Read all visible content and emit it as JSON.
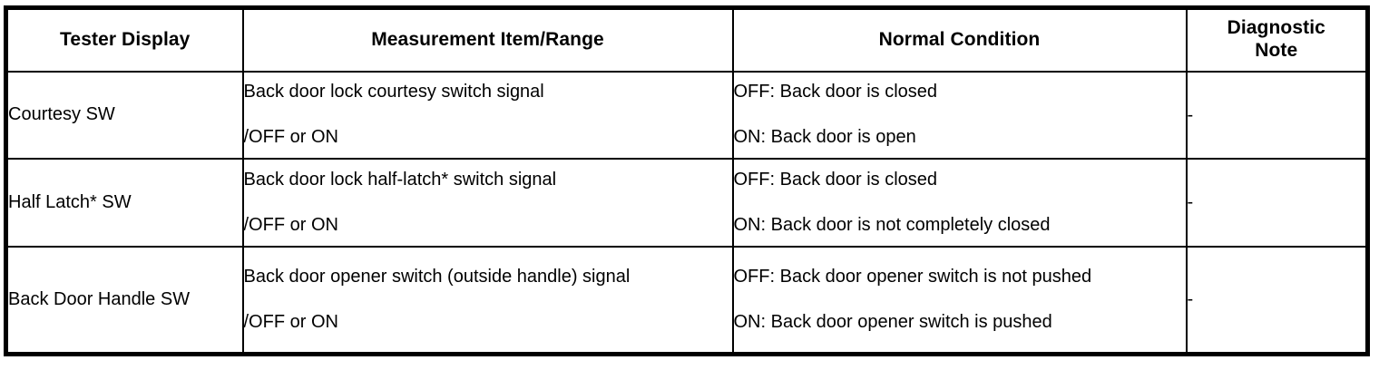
{
  "table": {
    "headers": [
      {
        "label": "Tester Display"
      },
      {
        "label": "Measurement Item/Range"
      },
      {
        "label": "Normal Condition"
      },
      {
        "label": "Diagnostic\nNote"
      }
    ],
    "rows": [
      {
        "tester_display": "Courtesy SW",
        "measurement_item": "Back door lock courtesy switch signal",
        "measurement_range": "/OFF or ON",
        "normal_off": "OFF: Back door is closed",
        "normal_on": "ON: Back door is open",
        "diagnostic_note": "-"
      },
      {
        "tester_display": "Half Latch* SW",
        "measurement_item": "Back door lock half-latch* switch signal",
        "measurement_range": "/OFF or ON",
        "normal_off": "OFF: Back door is closed",
        "normal_on": "ON: Back door is not completely closed",
        "diagnostic_note": "-"
      },
      {
        "tester_display": "Back Door Handle SW",
        "measurement_item": "Back door opener switch (outside handle) signal",
        "measurement_range": "/OFF or ON",
        "normal_off": "OFF: Back door opener switch is not pushed",
        "normal_on": "ON: Back door opener switch is pushed",
        "diagnostic_note": "-"
      }
    ]
  },
  "colors": {
    "border": "#000000",
    "text": "#000000",
    "background": "#ffffff"
  }
}
